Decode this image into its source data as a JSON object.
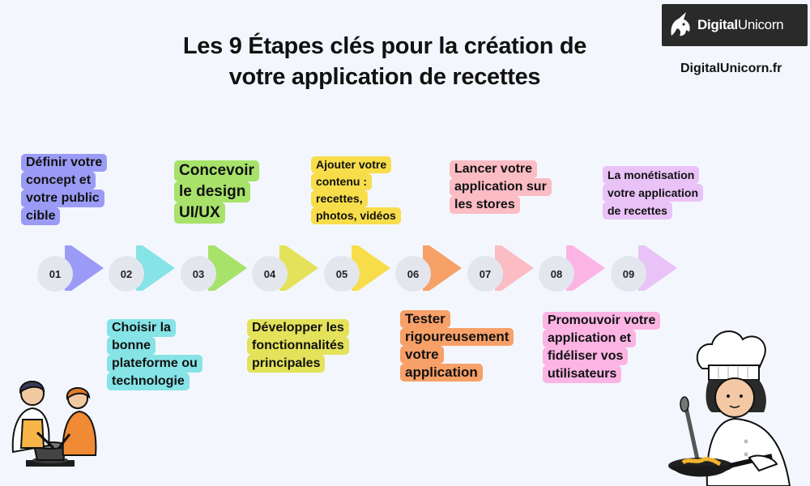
{
  "title": {
    "line1": "Les 9 Étapes clés pour la création de",
    "line2": "votre application de recettes"
  },
  "brand": {
    "logo_text_bold": "Digital",
    "logo_text_rest": "Unicorn",
    "website": "DigitalUnicorn.fr",
    "logo_icon": "unicorn-icon"
  },
  "steps": [
    {
      "number": "01",
      "lines": [
        "Définir votre",
        "concept et",
        "votre public",
        "cible"
      ],
      "color": "#9b9bf7"
    },
    {
      "number": "02",
      "lines": [
        "Choisir la",
        "bonne",
        "plateforme ou",
        "technologie"
      ],
      "color": "#86e3e6"
    },
    {
      "number": "03",
      "lines": [
        "Concevoir",
        "le design",
        "UI/UX"
      ],
      "color": "#a7e26a"
    },
    {
      "number": "04",
      "lines": [
        "Développer les",
        "fonctionnalités",
        "principales"
      ],
      "color": "#e3e25a"
    },
    {
      "number": "05",
      "lines": [
        "Ajouter votre",
        "contenu :",
        "recettes,",
        "photos, vidéos"
      ],
      "color": "#f8dd4a"
    },
    {
      "number": "06",
      "lines": [
        "Tester",
        "rigoureusement",
        "votre",
        "application"
      ],
      "color": "#f7a068"
    },
    {
      "number": "07",
      "lines": [
        "Lancer votre",
        "application sur",
        "les stores"
      ],
      "color": "#fbbcc4"
    },
    {
      "number": "08",
      "lines": [
        "Promouvoir votre",
        "application et",
        "fidéliser vos",
        "utilisateurs"
      ],
      "color": "#fbb4e4"
    },
    {
      "number": "09",
      "lines": [
        "La monétisation",
        "votre application",
        "de recettes"
      ],
      "color": "#e9c2f7"
    }
  ]
}
